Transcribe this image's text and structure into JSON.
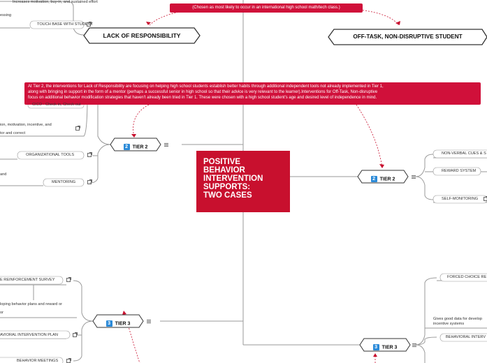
{
  "central": {
    "lines": [
      "POSITIVE",
      "BEHAVIOR",
      "INTERVENTION",
      "SUPPORTS:",
      "TWO CASES"
    ]
  },
  "callouts": {
    "top": "(Chosen as most likely to occur in an international high school math/tech class.)",
    "tier2": [
      "At Tier 2, the interventions for Lack of Responsibility are focusing on helping high school students establish better habits through additional independent tools not already implemented in Tier 1,",
      "along with bringing in support in the form of a mentor (perhaps a successful senior in high school so that their advice is very relevant to the learner).Interventions for Off-Task, Non-disruptive",
      "focus on additional behavior modification strategies that haven't already been tried in Tier 1.  These were chosen with a high school student's age and desired level of independence in mind."
    ]
  },
  "branches": {
    "left_main": "LACK OF RESPONSIBILITY",
    "right_main": "OFF-TASK, NON-DISRUPTIVE STUDENT",
    "left_tier2": {
      "num": "2",
      "label": "TIER 2"
    },
    "right_tier2": {
      "num": "2",
      "label": "TIER 2"
    },
    "left_tier3": {
      "num": "3",
      "label": "TIER 3"
    },
    "right_tier3": {
      "num": "3",
      "label": "TIER 3"
    }
  },
  "left_nodes": {
    "increases": "Increases motivation, buy-in, and sustained effort",
    "essing": "essing",
    "touch_base": "TOUCH BASE WITH STUDENT",
    "cico": "CICO - Check-in, Check-out",
    "motivation": "ion, motivation, incentive, and",
    "correct": "tor and correct",
    "org_tools": "ORGANIZATIONAL TOOLS",
    "and": "and",
    "mentoring": "MENTORING",
    "reinforcement": "E REINFORCEMENT SURVEY",
    "developing": "loping behavior plans and reward or",
    "or": "or",
    "bip": "AVIORAL INTERVENTION PLAN",
    "meetings": "BEHAVIOR MEETINGS"
  },
  "right_nodes": {
    "nonverbal": "NON-VERBAL CUES & S",
    "reward": "REWARD SYSTEM",
    "self_monitoring": "SELF-MONITORING",
    "forced_choice": "FORCED CHOICE RE",
    "gives_good": "Gives good data for develop",
    "incentive": "incentive systems",
    "behavioral_interv": "BEHAVIORAL INTERV"
  },
  "colors": {
    "accent": "#c8102e",
    "callout": "#d0103a",
    "tier_badge": "#2b8ad8",
    "line": "#9a9a9a"
  }
}
